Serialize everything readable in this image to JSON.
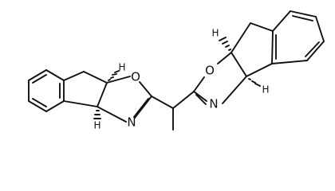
{
  "molecule": {
    "atoms": {
      "left_ring_oxygen": "O",
      "left_ring_nitrogen": "N",
      "right_ring_oxygen": "O",
      "right_ring_nitrogen": "N",
      "stereo_h_left_top": "H",
      "stereo_h_left_bottom": "H",
      "stereo_h_right_top": "H",
      "stereo_h_right_bottom": "H"
    },
    "colors": {
      "ink": "#111111",
      "background": "#ffffff"
    }
  }
}
